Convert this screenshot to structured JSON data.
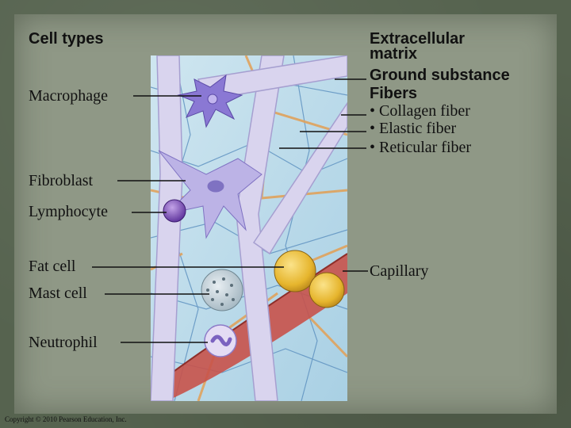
{
  "left_labels": {
    "cell_types": "Cell types",
    "macrophage": "Macrophage",
    "fibroblast": "Fibroblast",
    "lymphocyte": "Lymphocyte",
    "fat_cell": "Fat cell",
    "mast_cell": "Mast cell",
    "neutrophil": "Neutrophil"
  },
  "right_labels": {
    "extracellular_matrix_line1": "Extracellular",
    "extracellular_matrix_line2": "matrix",
    "ground_substance": "Ground substance",
    "fibers": "Fibers",
    "collagen_fiber": "• Collagen fiber",
    "elastic_fiber": "• Elastic fiber",
    "reticular_fiber": "• Reticular fiber",
    "capillary": "Capillary"
  },
  "copyright": "Copyright © 2010 Pearson Education, Inc."
}
